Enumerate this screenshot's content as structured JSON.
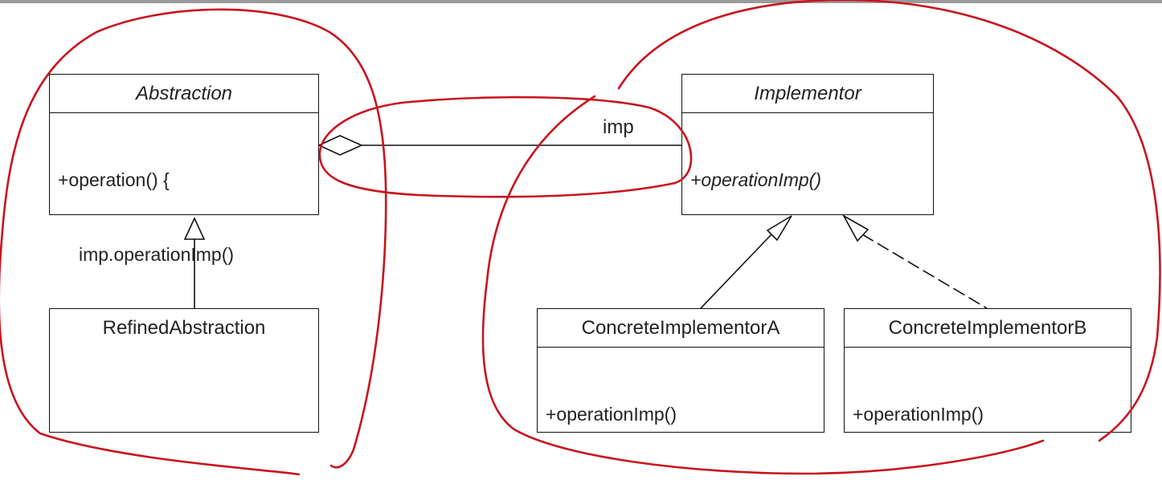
{
  "diagram": {
    "abstraction": {
      "name": "Abstraction",
      "method_line_1": "+operation() {",
      "method_line_2": "imp.operationImp()",
      "method_line_3": "}"
    },
    "refined_abstraction": {
      "name": "RefinedAbstraction"
    },
    "implementor": {
      "name": "Implementor",
      "method": "+operationImp()"
    },
    "concrete_a": {
      "name": "ConcreteImplementorA",
      "method": "+operationImp()"
    },
    "concrete_b": {
      "name": "ConcreteImplementorB",
      "method": "+operationImp()"
    },
    "association_label": "imp",
    "annotation_color": "#c8141e"
  }
}
